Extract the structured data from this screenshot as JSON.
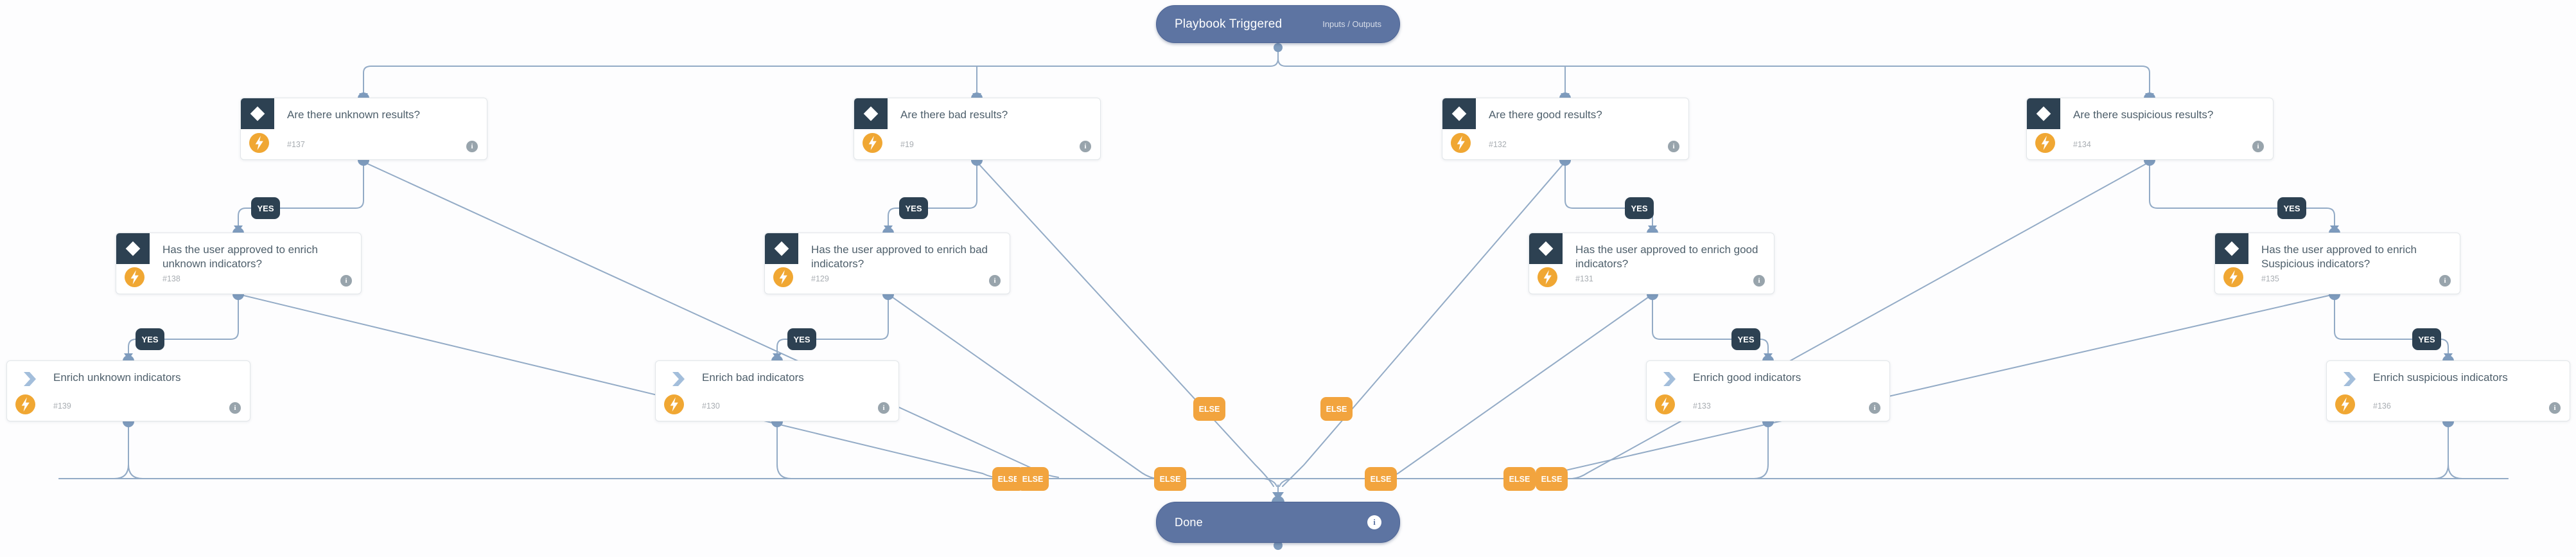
{
  "flow": {
    "start": {
      "label": "Playbook Triggered",
      "io_link": "Inputs / Outputs"
    },
    "done": {
      "label": "Done"
    },
    "yes_label": "YES",
    "else_label": "ELSE",
    "conditions_l1": [
      {
        "title": "Are there unknown results?",
        "id": "#137"
      },
      {
        "title": "Are there bad results?",
        "id": "#19"
      },
      {
        "title": "Are there good results?",
        "id": "#132"
      },
      {
        "title": "Are there suspicious results?",
        "id": "#134"
      }
    ],
    "conditions_l2": [
      {
        "title": "Has the user approved to enrich unknown indicators?",
        "id": "#138"
      },
      {
        "title": "Has the user approved to enrich bad indicators?",
        "id": "#129"
      },
      {
        "title": "Has the user approved to enrich good indicators?",
        "id": "#131"
      },
      {
        "title": "Has the user approved to enrich Suspicious indicators?",
        "id": "#135"
      }
    ],
    "tasks": [
      {
        "title": "Enrich unknown indicators",
        "id": "#139"
      },
      {
        "title": "Enrich bad indicators",
        "id": "#130"
      },
      {
        "title": "Enrich good indicators",
        "id": "#133"
      },
      {
        "title": "Enrich suspicious indicators",
        "id": "#136"
      }
    ]
  },
  "icons": {
    "info_glyph": "i",
    "condition_icon": "diamond-icon",
    "automation_icon": "lightning-icon",
    "subplaybook_icon": "chevron-icon"
  },
  "colors": {
    "pill_blue": "#5d74a2",
    "badge_navy": "#2d4152",
    "badge_orange": "#f2a43e",
    "wire_blue": "#93abc6",
    "bolt_orange": "#f0a733"
  }
}
